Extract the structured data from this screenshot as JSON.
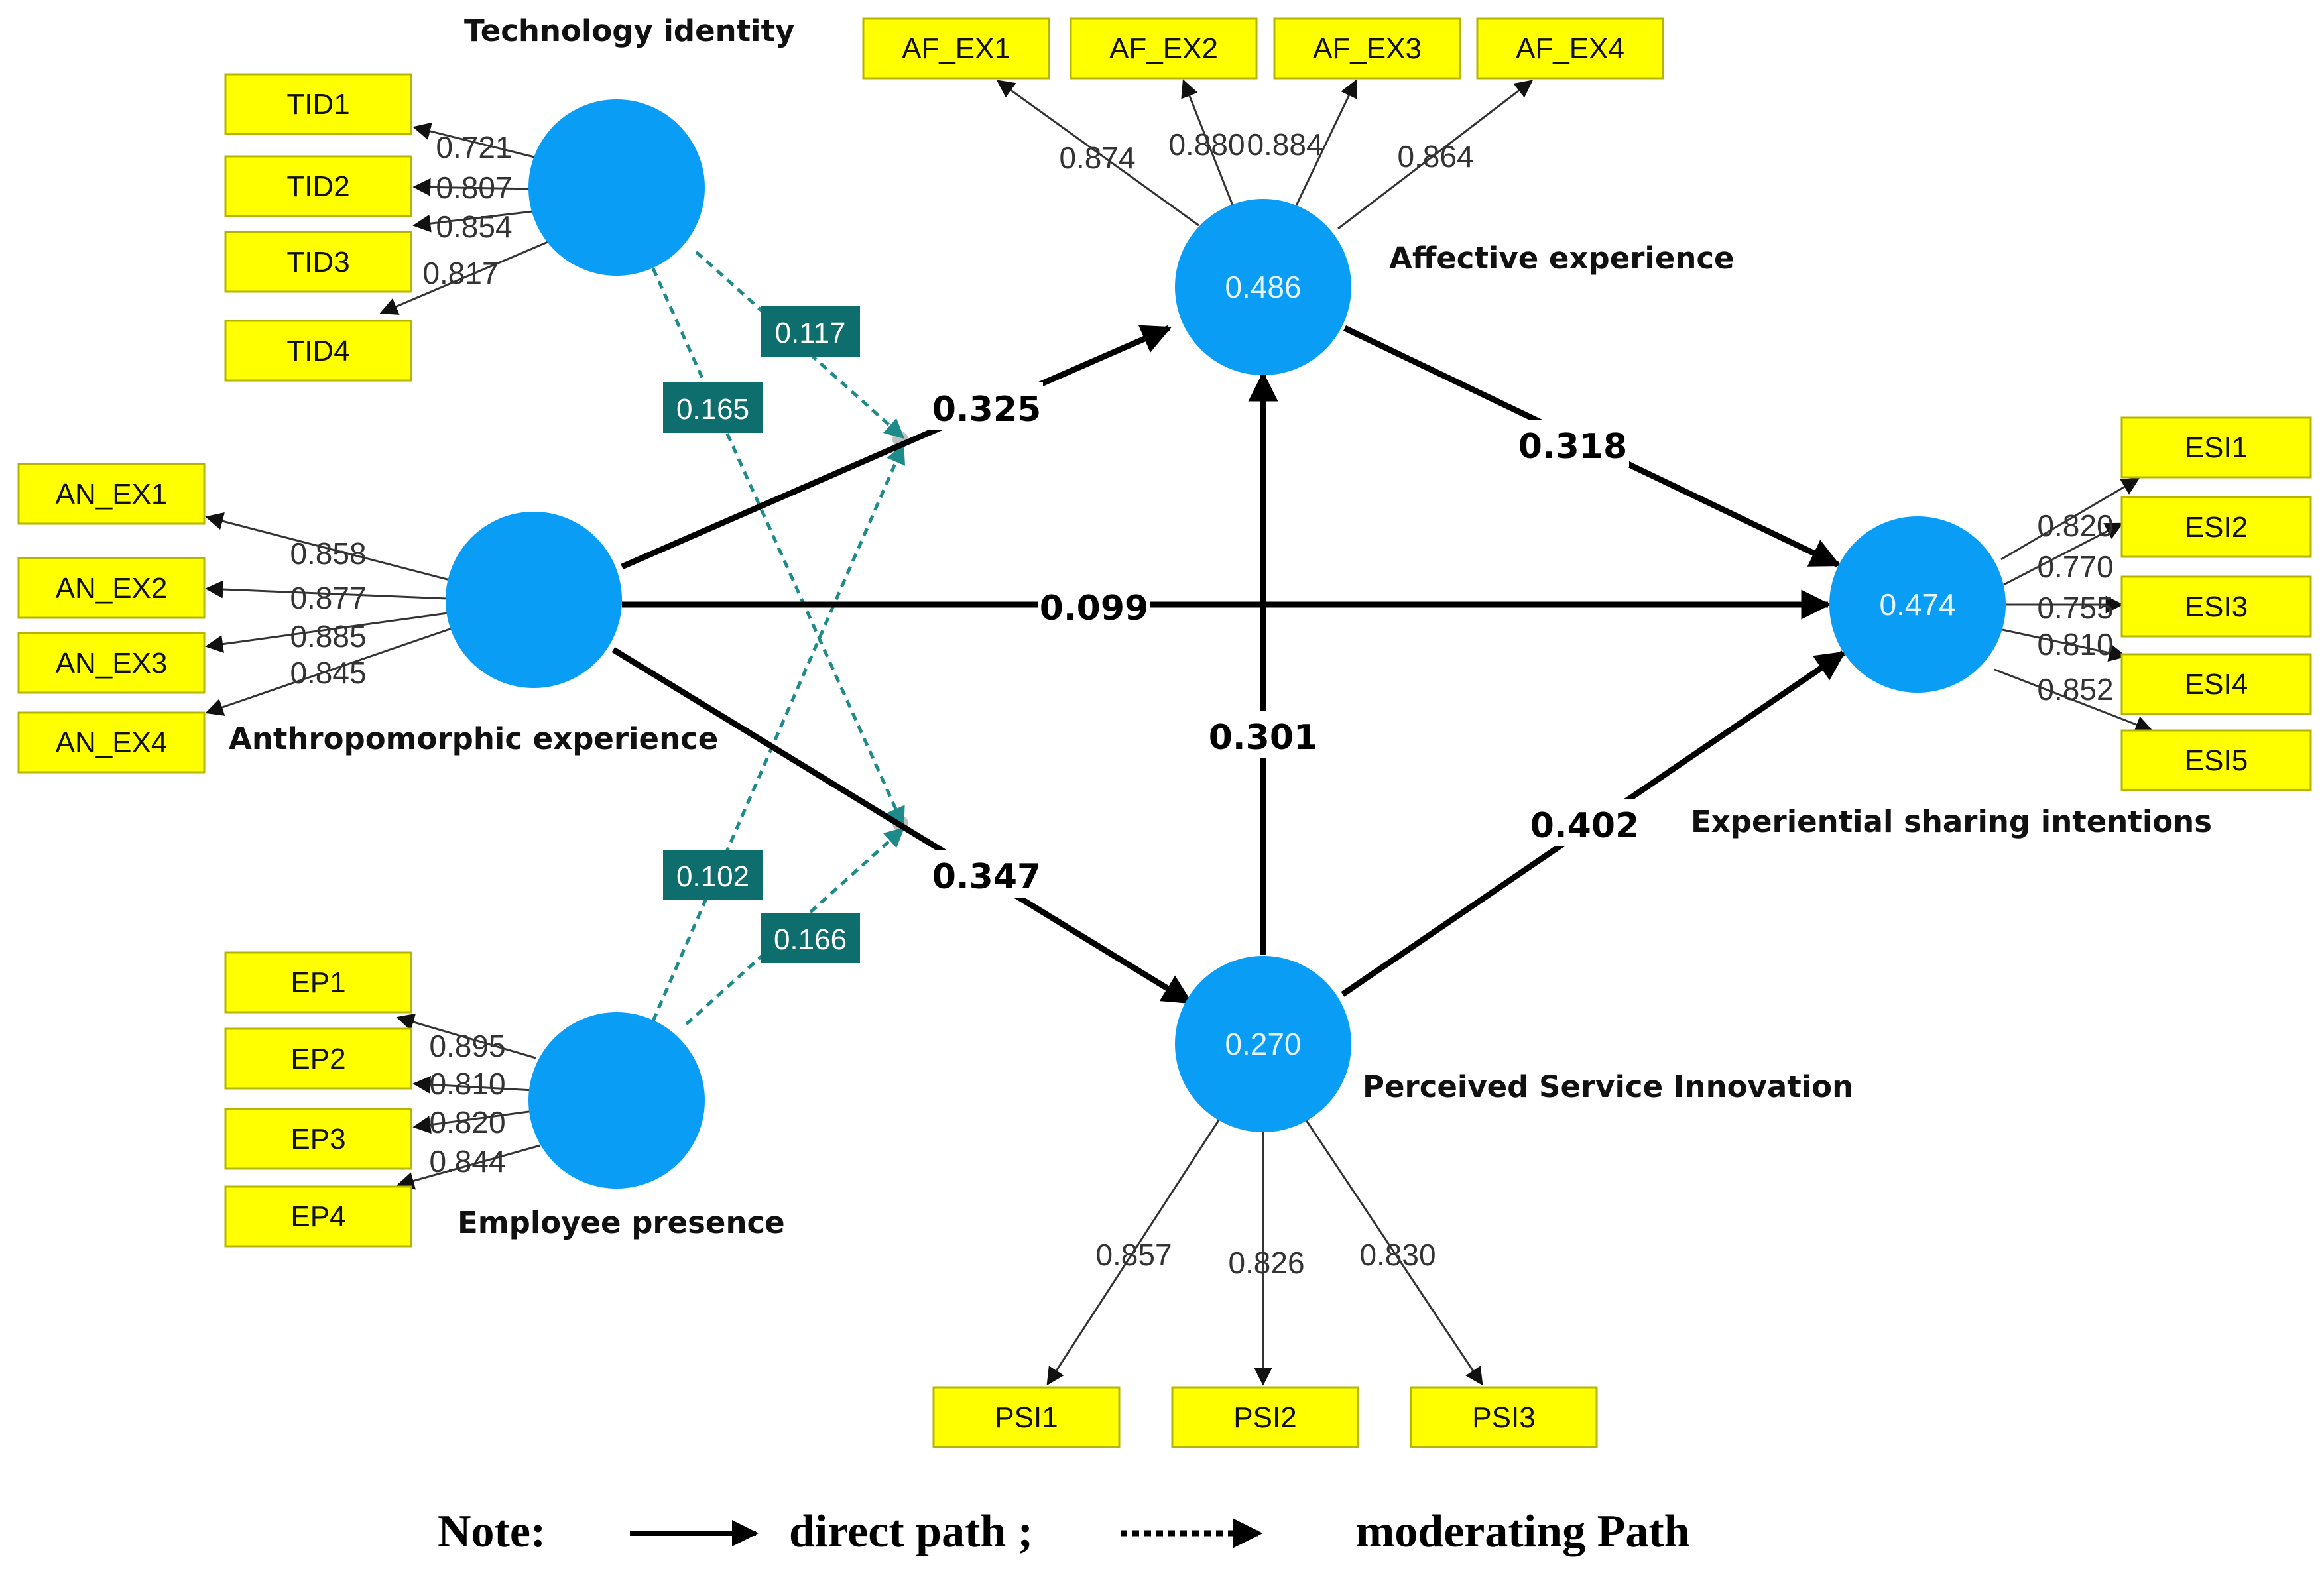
{
  "latent_variables": [
    {
      "id": "tid",
      "name": "Technology identity",
      "r2": ""
    },
    {
      "id": "anex",
      "name": "Anthropomorphic experience",
      "r2": ""
    },
    {
      "id": "ep",
      "name": "Employee presence",
      "r2": ""
    },
    {
      "id": "afex",
      "name": "Affective experience",
      "r2": "0.486"
    },
    {
      "id": "psi",
      "name": "Perceived Service Innovation",
      "r2": "0.270"
    },
    {
      "id": "esi",
      "name": "Experiential sharing intentions",
      "r2": "0.474"
    }
  ],
  "indicators": {
    "tid": [
      {
        "name": "TID1",
        "loading": "0.721"
      },
      {
        "name": "TID2",
        "loading": "0.807"
      },
      {
        "name": "TID3",
        "loading": "0.854"
      },
      {
        "name": "TID4",
        "loading": "0.817"
      }
    ],
    "anex": [
      {
        "name": "AN_EX1",
        "loading": "0.858"
      },
      {
        "name": "AN_EX2",
        "loading": "0.877"
      },
      {
        "name": "AN_EX3",
        "loading": "0.885"
      },
      {
        "name": "AN_EX4",
        "loading": "0.845"
      }
    ],
    "ep": [
      {
        "name": "EP1",
        "loading": "0.895"
      },
      {
        "name": "EP2",
        "loading": "0.810"
      },
      {
        "name": "EP3",
        "loading": "0.820"
      },
      {
        "name": "EP4",
        "loading": "0.844"
      }
    ],
    "afex": [
      {
        "name": "AF_EX1",
        "loading": "0.874"
      },
      {
        "name": "AF_EX2",
        "loading": "0.880"
      },
      {
        "name": "AF_EX3",
        "loading": "0.884"
      },
      {
        "name": "AF_EX4",
        "loading": "0.864"
      }
    ],
    "psi": [
      {
        "name": "PSI1",
        "loading": "0.857"
      },
      {
        "name": "PSI2",
        "loading": "0.826"
      },
      {
        "name": "PSI3",
        "loading": "0.830"
      }
    ],
    "esi": [
      {
        "name": "ESI1",
        "loading": "0.820"
      },
      {
        "name": "ESI2",
        "loading": "0.770"
      },
      {
        "name": "ESI3",
        "loading": "0.755"
      },
      {
        "name": "ESI4",
        "loading": "0.810"
      },
      {
        "name": "ESI5",
        "loading": "0.852"
      }
    ]
  },
  "direct_paths": [
    {
      "from": "anex",
      "to": "afex",
      "coef": "0.325"
    },
    {
      "from": "anex",
      "to": "esi",
      "coef": "0.099"
    },
    {
      "from": "anex",
      "to": "psi",
      "coef": "0.347"
    },
    {
      "from": "afex",
      "to": "esi",
      "coef": "0.318"
    },
    {
      "from": "psi",
      "to": "afex",
      "coef": "0.301"
    },
    {
      "from": "psi",
      "to": "esi",
      "coef": "0.402"
    }
  ],
  "moderating_paths": [
    {
      "moderator": "tid",
      "target_path": "anex->afex",
      "coef": "0.117"
    },
    {
      "moderator": "tid",
      "target_path": "anex->psi",
      "coef": "0.165"
    },
    {
      "moderator": "ep",
      "target_path": "anex->afex",
      "coef": "0.102"
    },
    {
      "moderator": "ep",
      "target_path": "anex->psi",
      "coef": "0.166"
    }
  ],
  "legend": {
    "note": "Note:",
    "direct": "direct path ;",
    "moderating": "moderating Path"
  },
  "colors": {
    "latent": "#0a9df5",
    "indicator": "#ffff00",
    "moderating": "#0e6e6e"
  }
}
